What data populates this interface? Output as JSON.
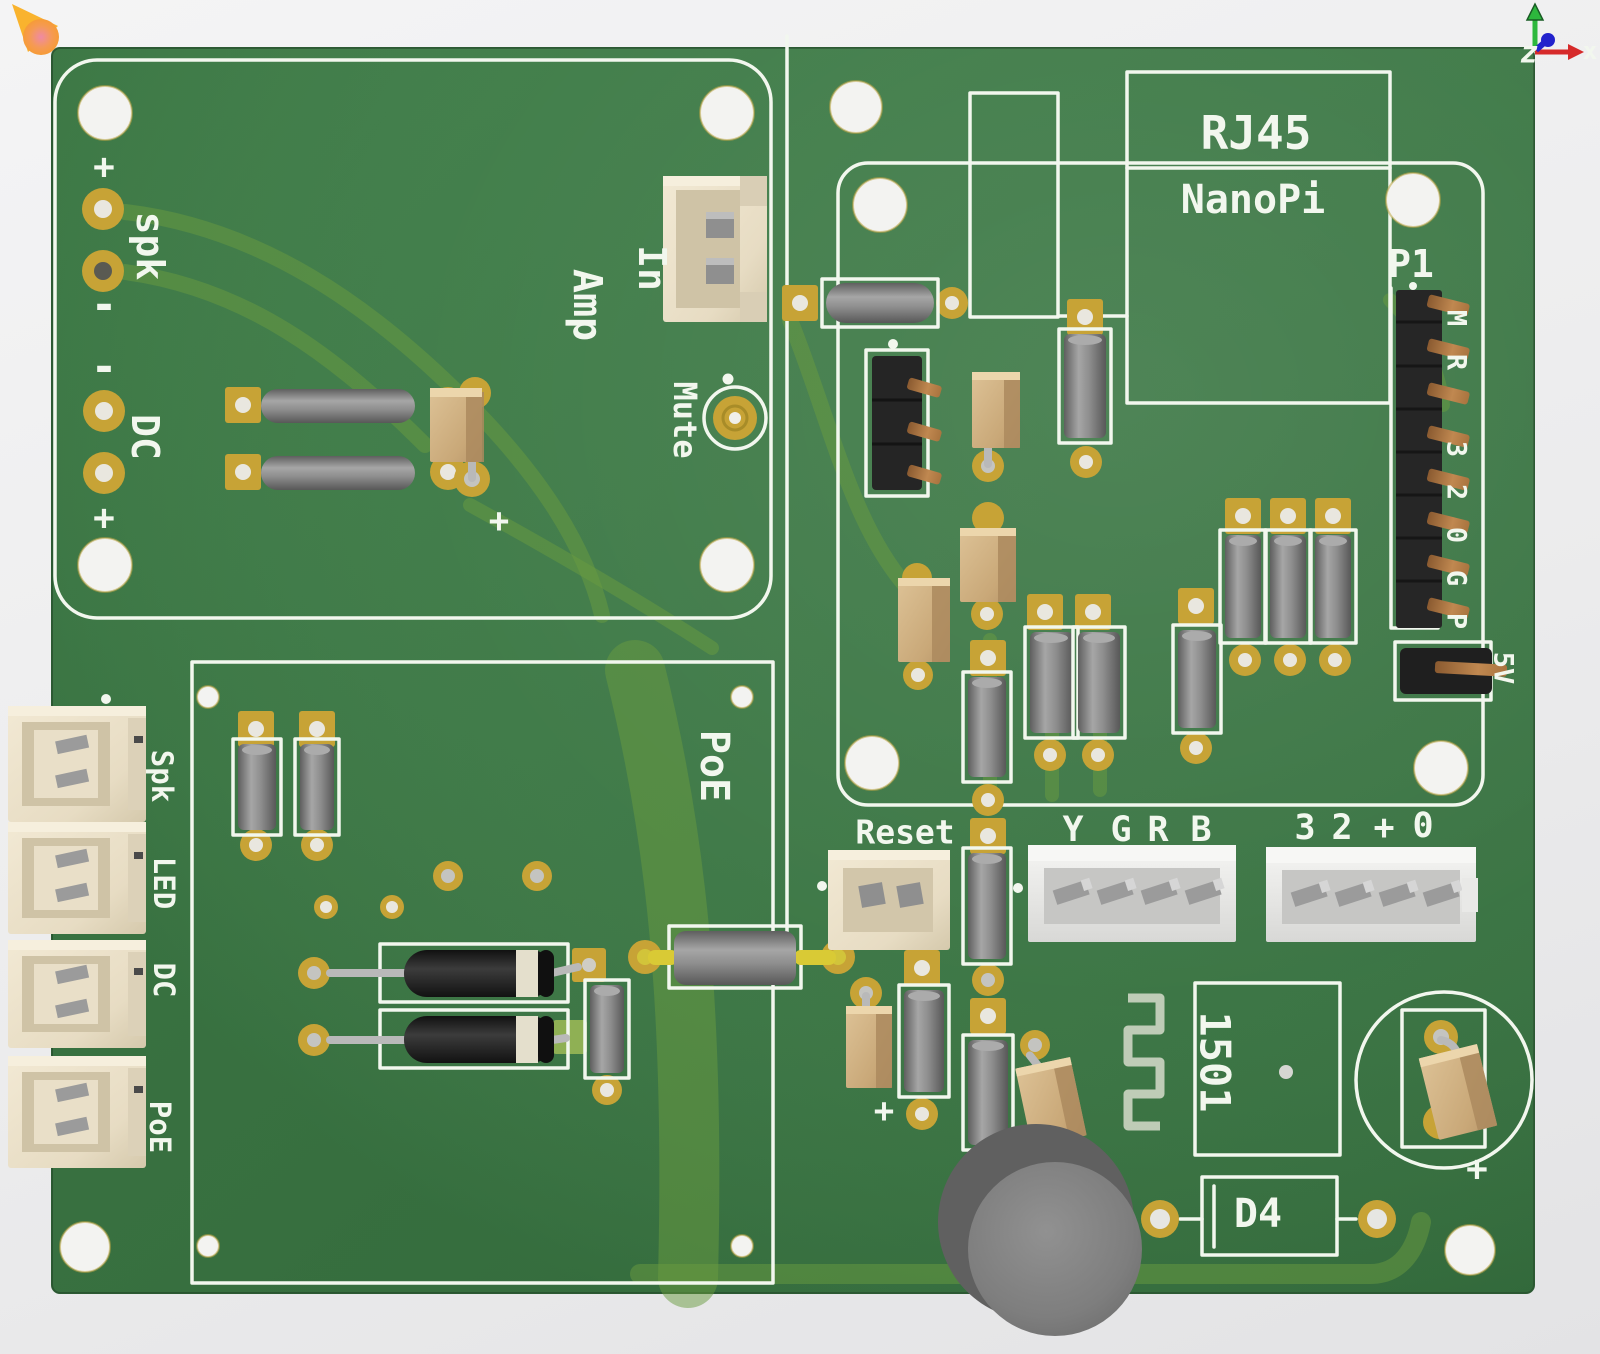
{
  "viewer": {
    "description": "3D render of a green PCB (amplifier / NanoPi / PoE board)",
    "axis": {
      "x": "x",
      "z": "z"
    }
  },
  "colors": {
    "background": "#ededee",
    "board": "#3d7b46",
    "silkscreen": "#f2f7ee",
    "pad_gold": "#c7a336",
    "copper_pin": "#b07a45",
    "axis_x": "#d62a2a",
    "axis_y": "#2db83d",
    "axis_z": "#2222cc"
  },
  "board": {
    "amp_section": {
      "spk_plus": "+",
      "spk": "spk",
      "spk_minus": "-",
      "dc_minus": "-",
      "dc": "DC",
      "dc_plus": "+",
      "amp": "Amp",
      "amp_in": "In",
      "mute": "Mute",
      "cap_plus": "+"
    },
    "nanopi_section": {
      "rj45": "RJ45",
      "nanopi": "NanoPi",
      "p1": "P1",
      "p1_pins": [
        "M",
        "R",
        "",
        "3",
        "2",
        "0",
        "G",
        "P"
      ],
      "jumper_5v": "5V"
    },
    "io": {
      "reset": "Reset",
      "rgb_pins": [
        "Y",
        "G",
        "R",
        "B"
      ],
      "aux_pins": [
        "3",
        "2",
        "+",
        "0"
      ]
    },
    "poe_section": {
      "label": "PoE"
    },
    "edge_connectors": [
      "Spk",
      "LED",
      "DC",
      "PoE"
    ],
    "bottom_right": {
      "ref_1501": "1501",
      "ref_d4": "D4",
      "out_cap_plus": "+",
      "cap_plus": "+"
    }
  }
}
